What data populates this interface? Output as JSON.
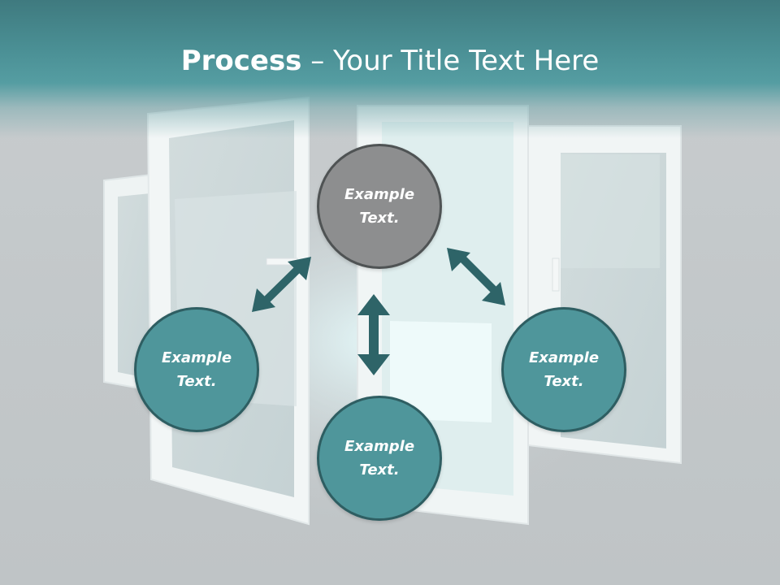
{
  "title": {
    "bold": "Process",
    "rest": " – Your Title Text Here"
  },
  "nodes": {
    "top": "Example Text.",
    "left": "Example Text.",
    "right": "Example Text.",
    "bottom": "Example Text."
  },
  "colors": {
    "title_band": "#4a8f94",
    "node_fill": "#4f969b",
    "node_top_fill": "#8d8e8f",
    "node_border": "#2e5e62",
    "arrow": "#2e6468",
    "background": "#c6cacc"
  },
  "icons": {
    "arrows": "double-headed-arrow"
  }
}
